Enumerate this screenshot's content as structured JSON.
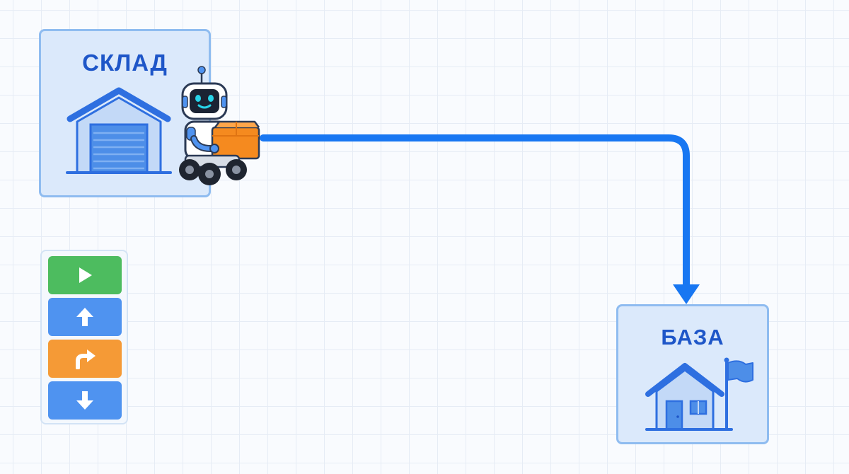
{
  "warehouse": {
    "title": "СКЛАД",
    "icon": "warehouse-icon"
  },
  "base": {
    "title": "БАЗА",
    "icon": "house-with-flag-icon"
  },
  "robot": {
    "icon": "robot-carrying-box-icon"
  },
  "route": {
    "color": "#1877f2"
  },
  "palette": {
    "commands": [
      {
        "id": "run",
        "icon": "play-icon",
        "color": "#4dbc5f"
      },
      {
        "id": "forward",
        "icon": "arrow-up-icon",
        "color": "#4f93f0"
      },
      {
        "id": "turn-right",
        "icon": "turn-right-icon",
        "color": "#f59a36"
      },
      {
        "id": "down",
        "icon": "arrow-down-icon",
        "color": "#4f93f0"
      }
    ]
  },
  "colors": {
    "card_fill": "#dbe9fb",
    "card_border": "#8fbcf0",
    "title_text": "#1e56c8",
    "grid_line": "#e6ecf5"
  }
}
